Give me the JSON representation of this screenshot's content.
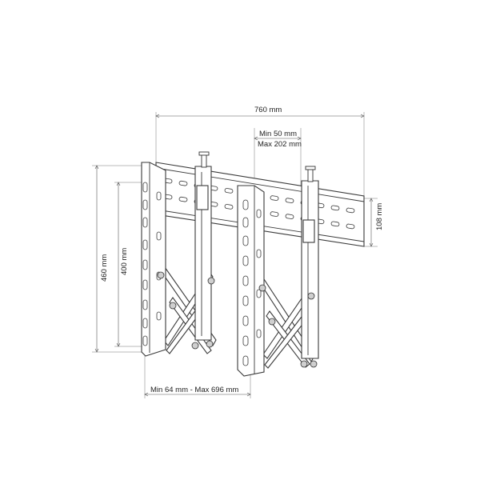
{
  "dimensions": {
    "rail_width": "760 mm",
    "spacing_min": "Min 50 mm",
    "spacing_max": "Max 202 mm",
    "rail_height": "108 mm",
    "overall_height": "460 mm",
    "hole_height": "400 mm",
    "bracket_range": "Min 64 mm - Max 696 mm"
  },
  "colors": {
    "line": "#3a3a3a",
    "dimension": "#555555"
  },
  "icons": [
    "knob-icon",
    "bolt-icon"
  ]
}
